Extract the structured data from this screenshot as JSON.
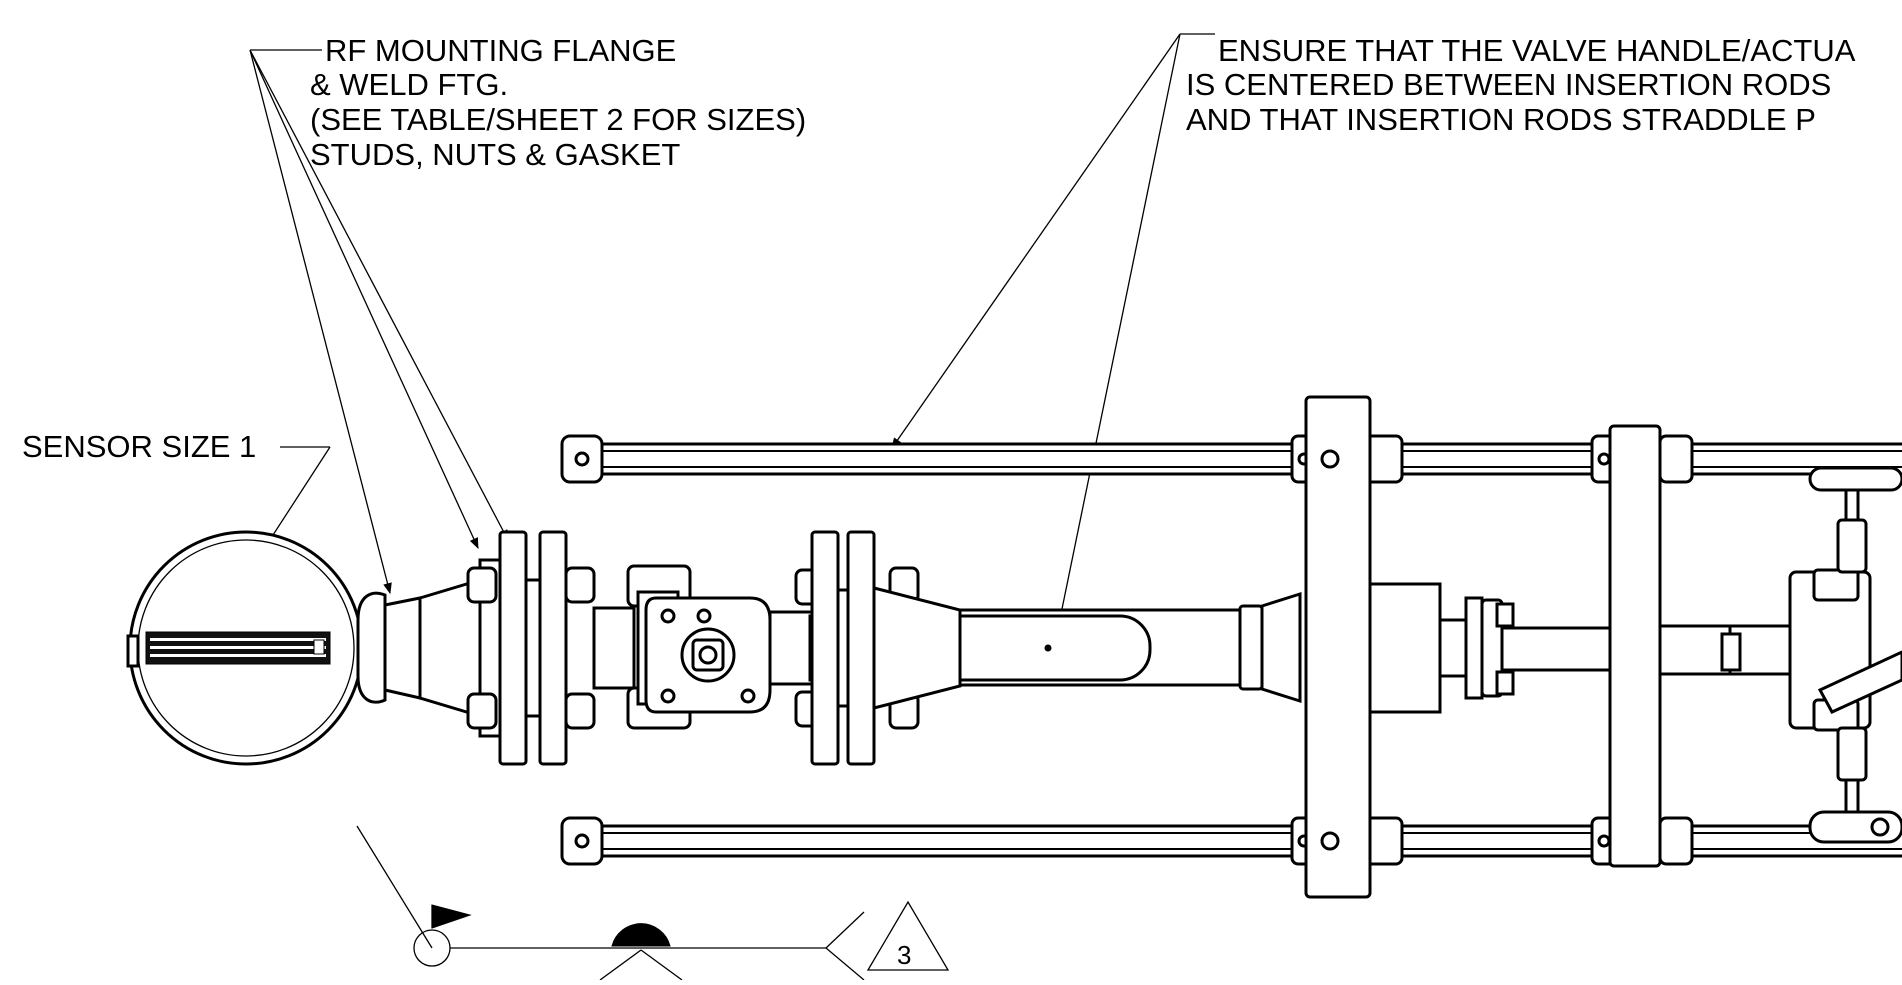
{
  "notes": {
    "flange_lines": [
      "RF MOUNTING FLANGE",
      "& WELD FTG.",
      "(SEE TABLE/SHEET 2 FOR SIZES)",
      "STUDS, NUTS & GASKET"
    ],
    "valve_lines": [
      "ENSURE THAT THE VALVE HANDLE/ACTUA",
      "IS CENTERED BETWEEN INSERTION RODS",
      "AND THAT INSERTION RODS STRADDLE P"
    ],
    "sensor": "SENSOR SIZE 1"
  },
  "weld_symbol": {
    "tail_reference": "3"
  }
}
